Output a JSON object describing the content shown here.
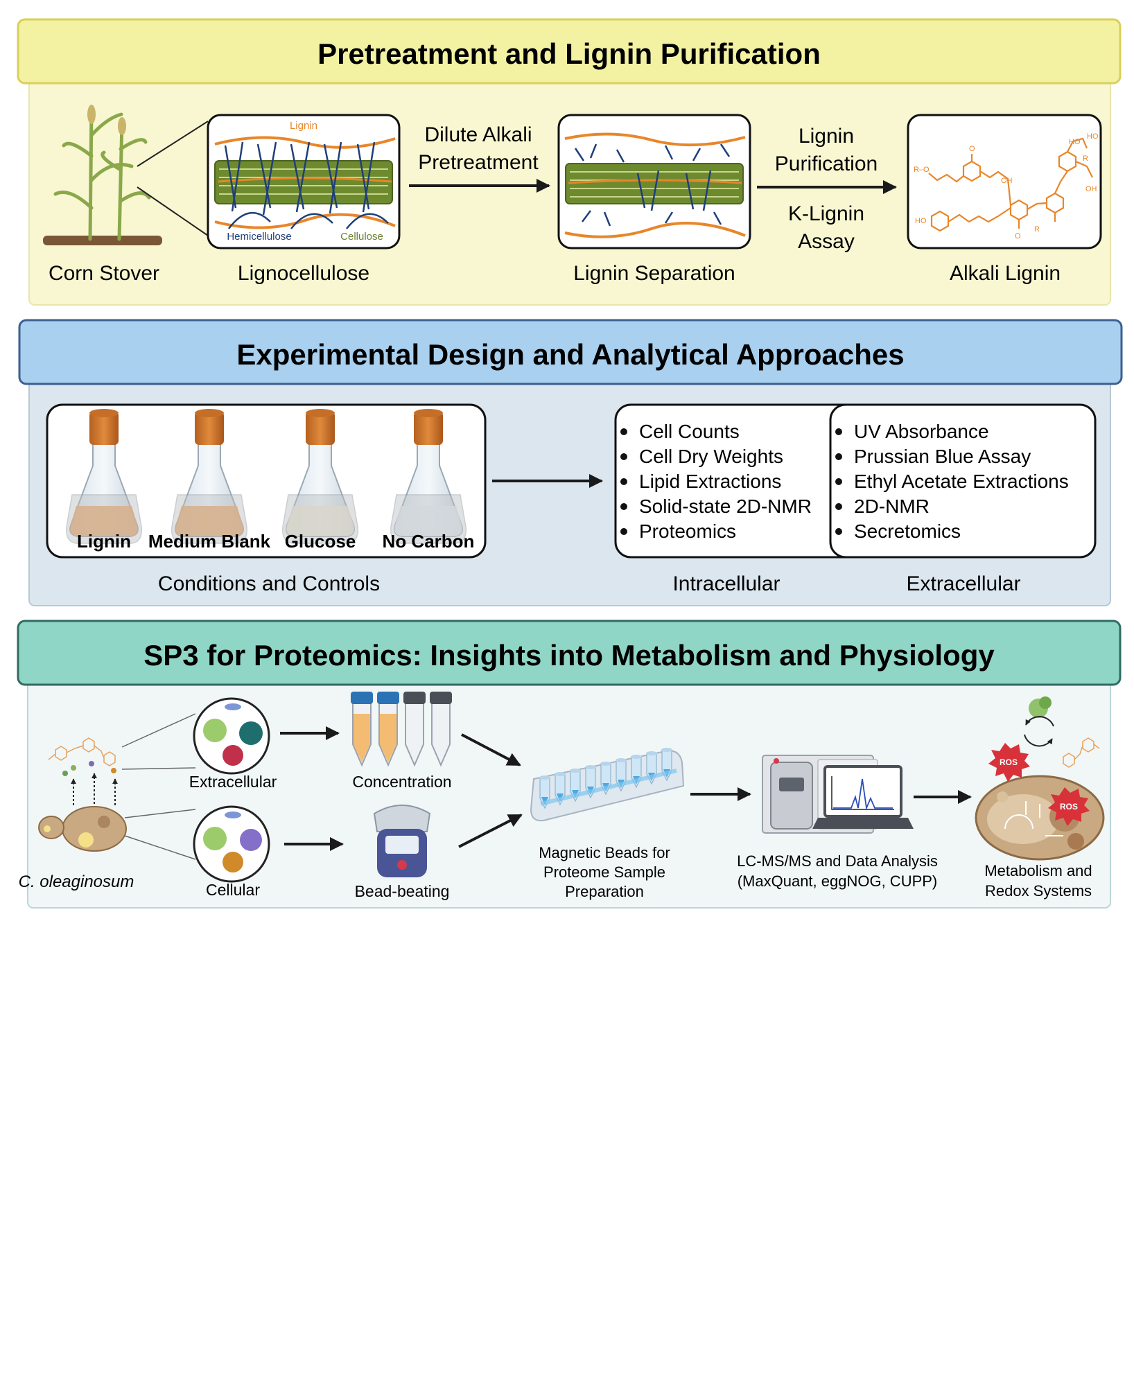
{
  "colors": {
    "yellow_header": "#f3f1a2",
    "yellow_body": "#f8f7d2",
    "blue_header": "#a9d0ee",
    "blue_body": "#dbe6ee",
    "teal_header": "#8fd6c6",
    "teal_body": "#f1f7f7",
    "lignin_orange": "#e8862a",
    "hemicellulose_blue": "#1f3f7a",
    "cellulose_green": "#6b7f2f"
  },
  "section1": {
    "title": "Pretreatment and Lignin Purification",
    "corn_stover": "Corn Stover",
    "lignocellulose": "Lignocellulose",
    "lignin_tag": "Lignin",
    "hemicellulose_tag": "Hemicellulose",
    "cellulose_tag": "Cellulose",
    "step1": [
      "Dilute Alkali",
      "Pretreatment"
    ],
    "lignin_separation": "Lignin Separation",
    "step2a": [
      "Lignin",
      "Purification"
    ],
    "step2b": [
      "K-Lignin",
      "Assay"
    ],
    "alkali_lignin": "Alkali Lignin"
  },
  "section2": {
    "title": "Experimental Design and Analytical Approaches",
    "flasks": [
      "Lignin",
      "Medium Blank",
      "Glucose",
      "No Carbon"
    ],
    "conditions_label": "Conditions and Controls",
    "intracellular_items": [
      "Cell Counts",
      "Cell Dry Weights",
      "Lipid Extractions",
      "Solid-state 2D-NMR",
      "Proteomics"
    ],
    "extracellular_items": [
      "UV Absorbance",
      "Prussian Blue Assay",
      "Ethyl Acetate Extractions",
      "2D-NMR",
      "Secretomics"
    ],
    "intracellular_label": "Intracellular",
    "extracellular_label": "Extracellular"
  },
  "section3": {
    "title": "SP3 for Proteomics: Insights into Metabolism and Physiology",
    "organism": "C. oleaginosum",
    "extracellular": "Extracellular",
    "cellular": "Cellular",
    "concentration": "Concentration",
    "bead_beating": "Bead-beating",
    "beads": [
      "Magnetic Beads for",
      "Proteome Sample",
      "Preparation"
    ],
    "lcms": [
      "LC-MS/MS and Data Analysis",
      "(MaxQuant, eggNOG, CUPP)"
    ],
    "metabolism": [
      "Metabolism and",
      "Redox Systems"
    ],
    "ros": "ROS"
  }
}
